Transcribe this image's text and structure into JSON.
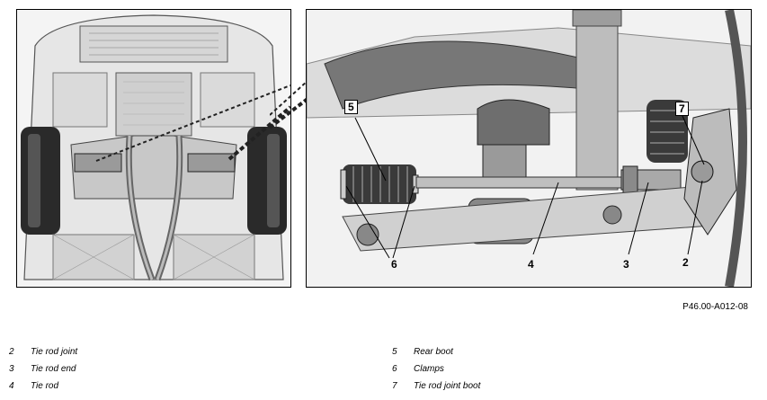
{
  "figure_code": "P46.00-A012-08",
  "callouts": {
    "c5": "5",
    "c7": "7",
    "c6": "6",
    "c4": "4",
    "c3": "3",
    "c2": "2"
  },
  "legend": [
    {
      "num": "2",
      "text": "Tie rod joint"
    },
    {
      "num": "3",
      "text": "Tie rod end"
    },
    {
      "num": "4",
      "text": "Tie rod"
    },
    {
      "num": "5",
      "text": "Rear boot"
    },
    {
      "num": "6",
      "text": "Clamps"
    },
    {
      "num": "7",
      "text": "Tie rod joint boot"
    }
  ]
}
